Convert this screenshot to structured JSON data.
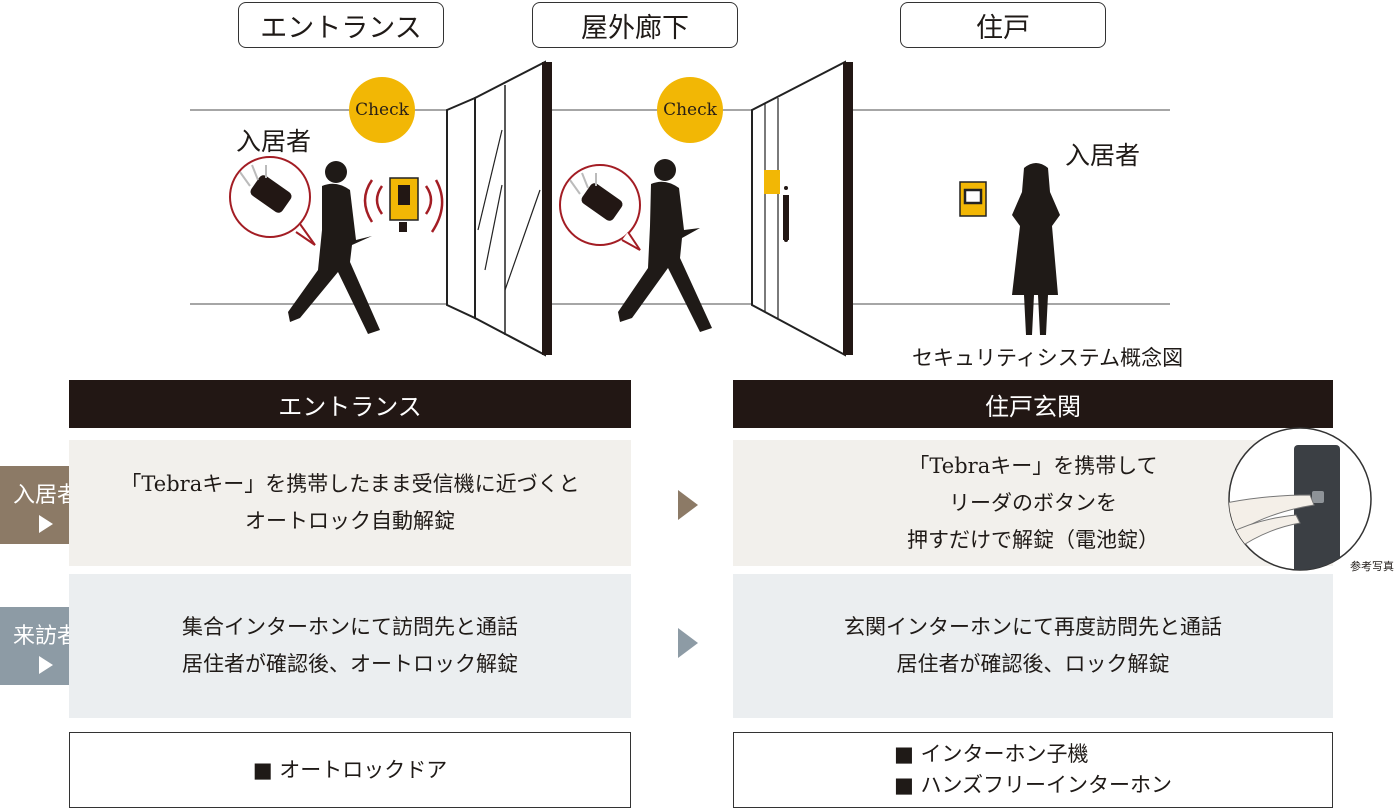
{
  "zones": [
    "エントランス",
    "屋外廊下",
    "住戸"
  ],
  "check_label": "Check",
  "resident_label": "入居者",
  "caption": "セキュリティシステム概念図",
  "sections": {
    "entrance": {
      "header": "エントランス",
      "resident_lines": [
        "「Tebraキー」を携帯したまま受信機に近づくと",
        "オートロック自動解錠"
      ],
      "visitor_lines": [
        "集合インターホンにて訪問先と通話",
        "居住者が確認後、オートロック解錠"
      ],
      "equipment": [
        "■ オートロックドア"
      ]
    },
    "door": {
      "header": "住戸玄関",
      "resident_lines": [
        "「Tebraキー」を携帯して",
        "リーダのボタンを",
        "押すだけで解錠（電池錠）"
      ],
      "visitor_lines": [
        "玄関インターホンにて再度訪問先と通話",
        "居住者が確認後、ロック解錠"
      ],
      "equipment": [
        "■ インターホン子機",
        "■ ハンズフリーインターホン"
      ]
    }
  },
  "side_tags": {
    "resident": "入居者",
    "visitor": "来訪者"
  },
  "photo_caption": "参考写真",
  "colors": {
    "check": "#f2b705",
    "header_bg": "#221714",
    "resident_tag": "#8c7a66",
    "visitor_tag": "#8d9ba5",
    "resident_panel": "#f2f0ec",
    "visitor_panel": "#ebeef0",
    "silhouette": "#1f1a17",
    "arc": "#a31d24"
  },
  "icons": [
    "silhouette-walking-icon",
    "silhouette-standing-icon",
    "key-fob-icon",
    "reader-icon",
    "intercom-icon",
    "door-icon"
  ]
}
